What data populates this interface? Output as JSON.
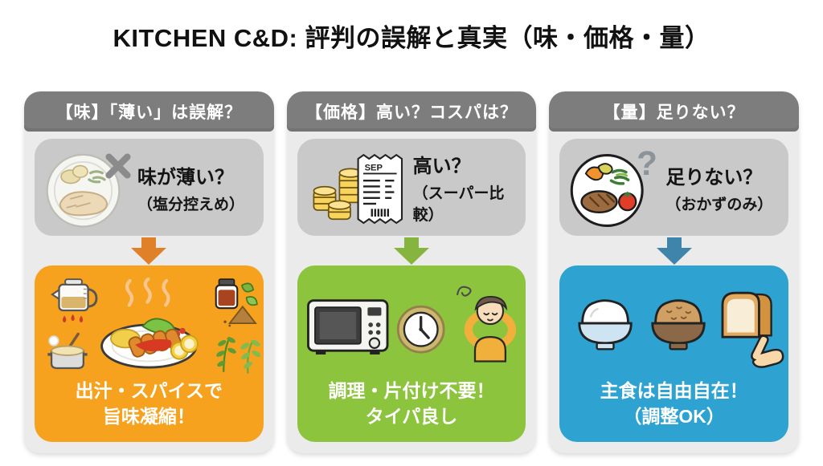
{
  "page": {
    "title": "KITCHEN C&D: 評判の誤解と真実（味・価格・量）",
    "background": "#ffffff"
  },
  "colors": {
    "card_bg": "#ebebeb",
    "header_bg": "#7d7d7d",
    "question_bg": "#c9c9c9",
    "taste_accent": "#f6a21e",
    "taste_arrow": "#e0812a",
    "price_accent": "#8cc43d",
    "price_arrow": "#85b53e",
    "volume_accent": "#2ea3d2",
    "volume_arrow": "#3f84ab",
    "title_text": "#111111",
    "header_text": "#ffffff",
    "answer_text": "#ffffff"
  },
  "columns": [
    {
      "id": "taste",
      "header": "【味】「薄い」は誤解？",
      "question_line1": "味が薄い？",
      "question_line2": "（塩分控えめ）",
      "question_icon": "plain-meal-plate-with-x-icon",
      "answer_line1": "出汁・スパイスで",
      "answer_line2": "旨味凝縮！",
      "answer_icons": [
        "dashi-kettle-icon",
        "soup-pot-icon",
        "plate-hot-meal-icon",
        "spice-jar-icon",
        "herbs-icon"
      ]
    },
    {
      "id": "price",
      "header": "【価格】高い？コスパは？",
      "question_line1": "高い？",
      "question_line2": "（スーパー比較）",
      "question_icon": "coins-and-receipt-icon",
      "receipt_label": "SEP",
      "answer_line1": "調理・片付け不要！",
      "answer_line2": "タイパ良し",
      "answer_icons": [
        "microwave-icon",
        "clock-icon",
        "relaxed-person-icon"
      ]
    },
    {
      "id": "volume",
      "header": "【量】足りない？",
      "question_line1": "足りない？",
      "question_line2": "（おかずのみ）",
      "question_icon": "okazu-plate-with-question-icon",
      "answer_line1": "主食は自由自在！",
      "answer_line2": "（調整OK）",
      "answer_icons": [
        "white-rice-bowl-icon",
        "brown-rice-bowl-icon",
        "bread-select-icon",
        "pointing-hand-icon"
      ]
    }
  ]
}
